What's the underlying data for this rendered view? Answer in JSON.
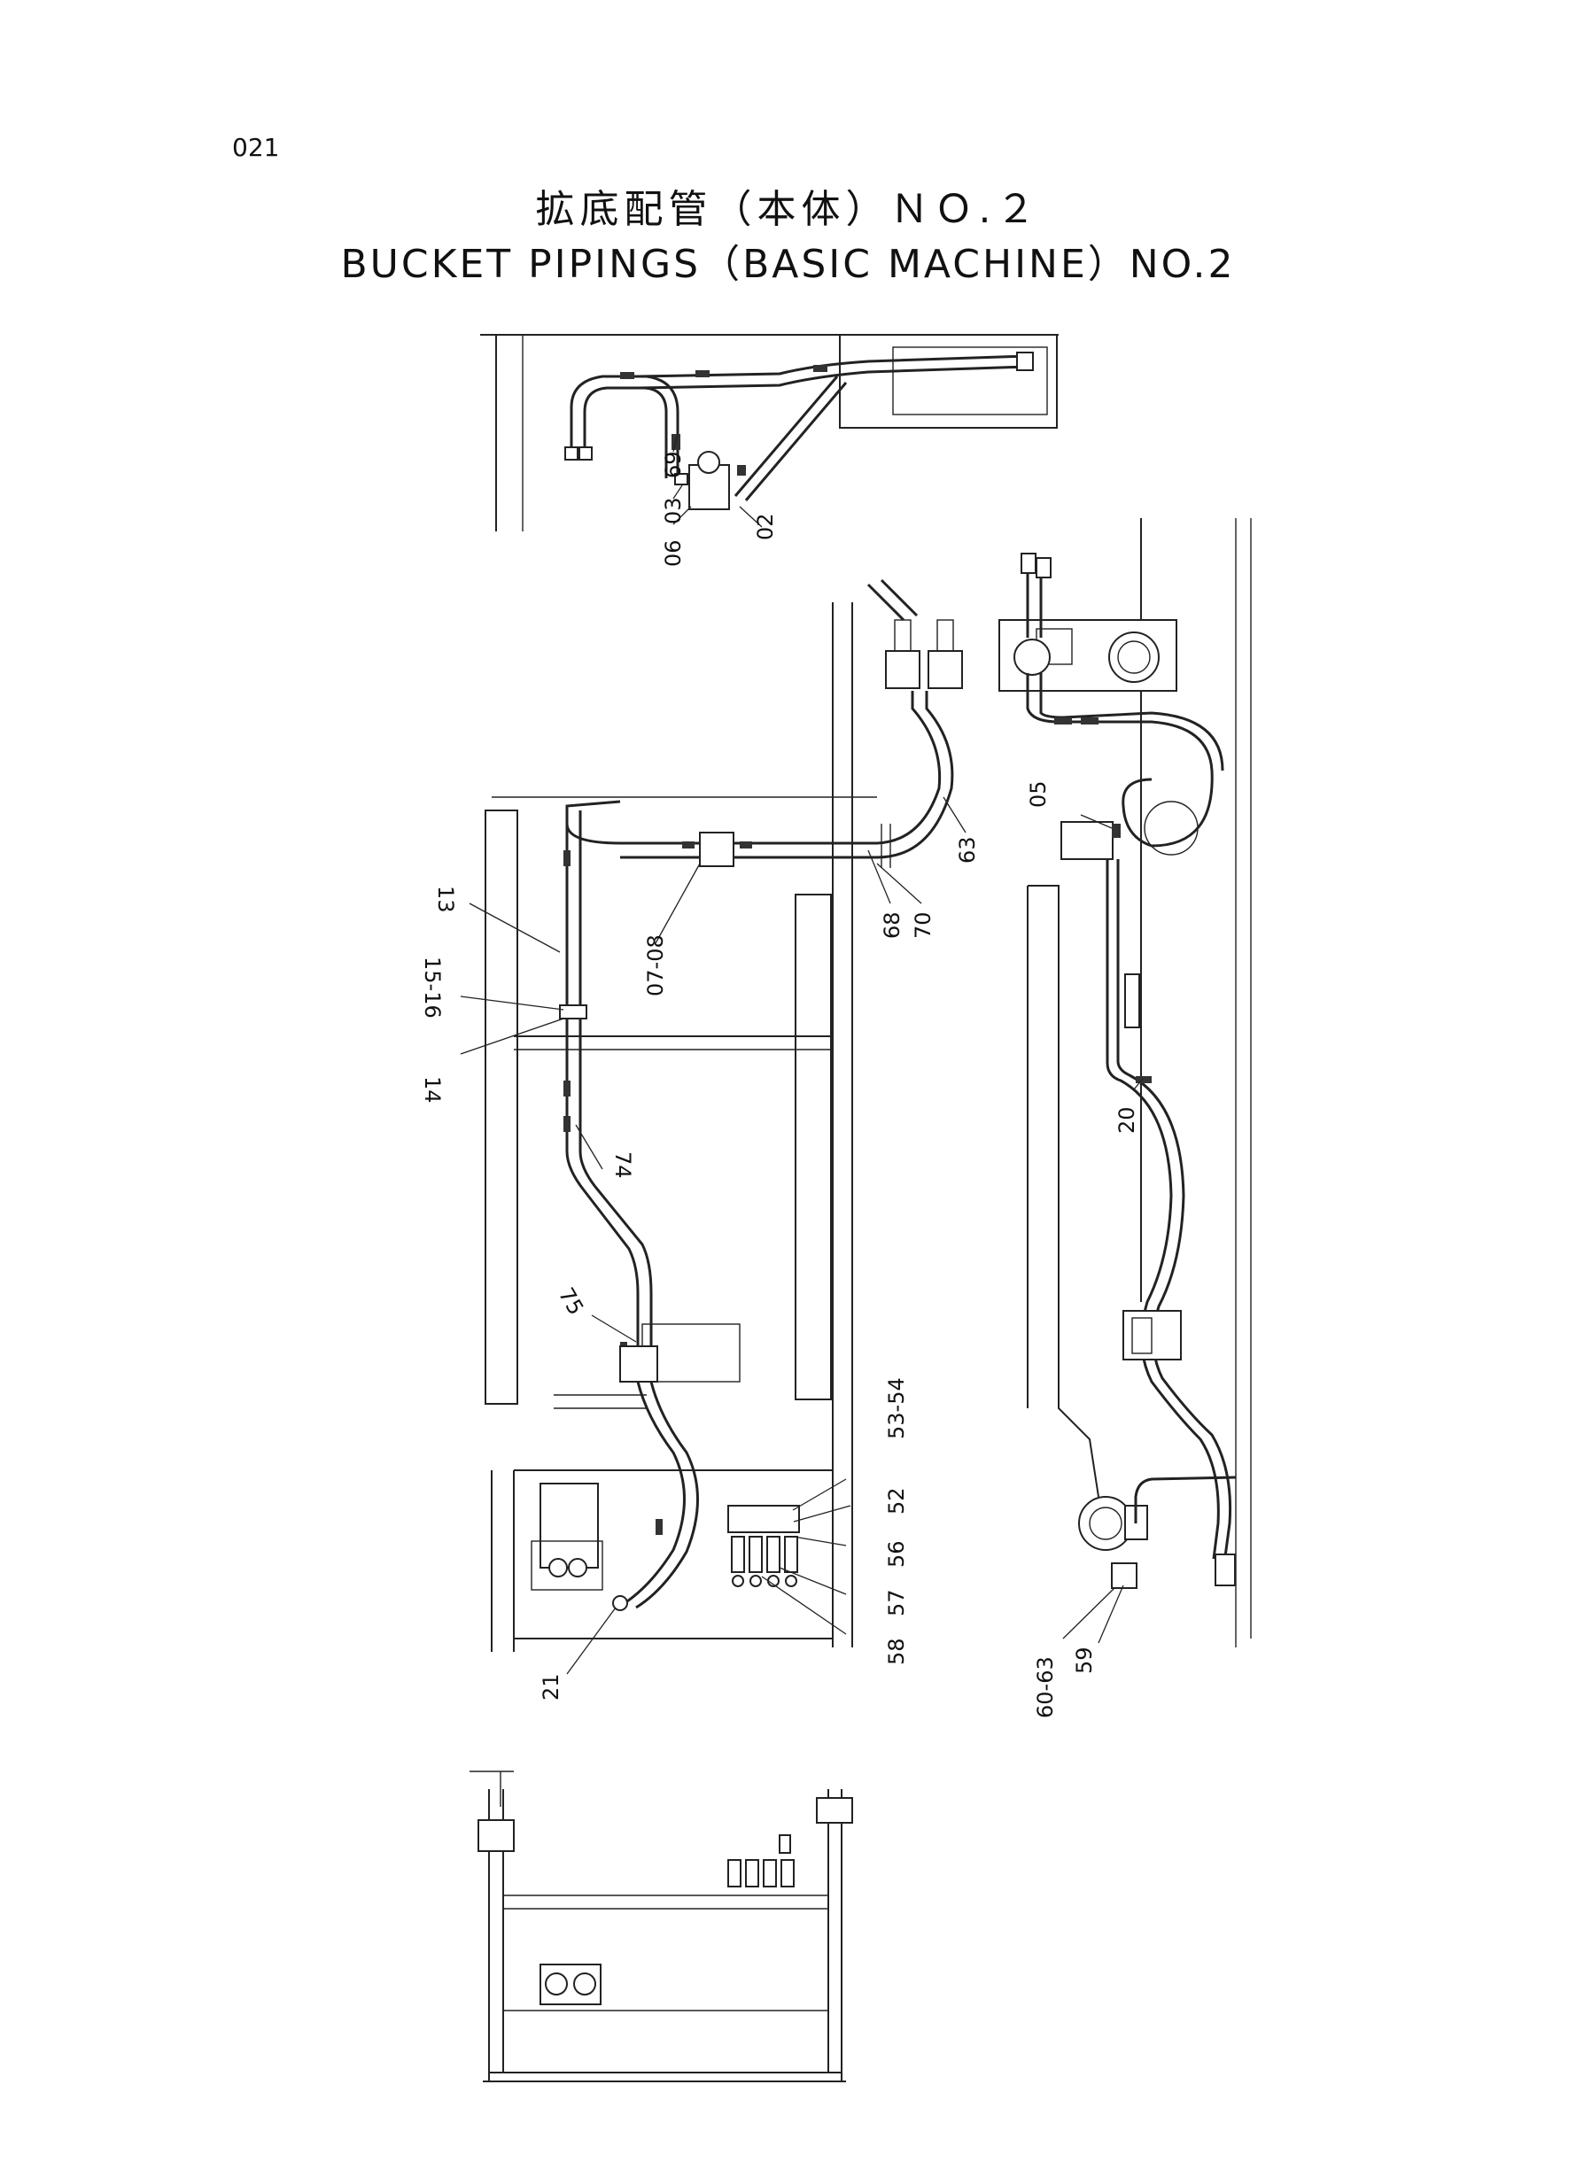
{
  "page_number": "021",
  "title_jp": "拡底配管（本体）ＮＯ.２",
  "title_en": "BUCKET PIPINGS（BASIC MACHINE）NO.2",
  "part_labels": {
    "p69": "69",
    "p03": "03",
    "p06": "06",
    "p02": "02",
    "p13": "13",
    "p15_16": "15-16",
    "p14": "14",
    "p07_08": "07-08",
    "p68": "68",
    "p70": "70",
    "p63": "63",
    "p05": "05",
    "p74": "74",
    "p75": "75",
    "p20": "20",
    "p53_54": "53-54",
    "p52": "52",
    "p56": "56",
    "p57": "57",
    "p58": "58",
    "p21": "21",
    "p60_63": "60-63",
    "p59": "59"
  }
}
